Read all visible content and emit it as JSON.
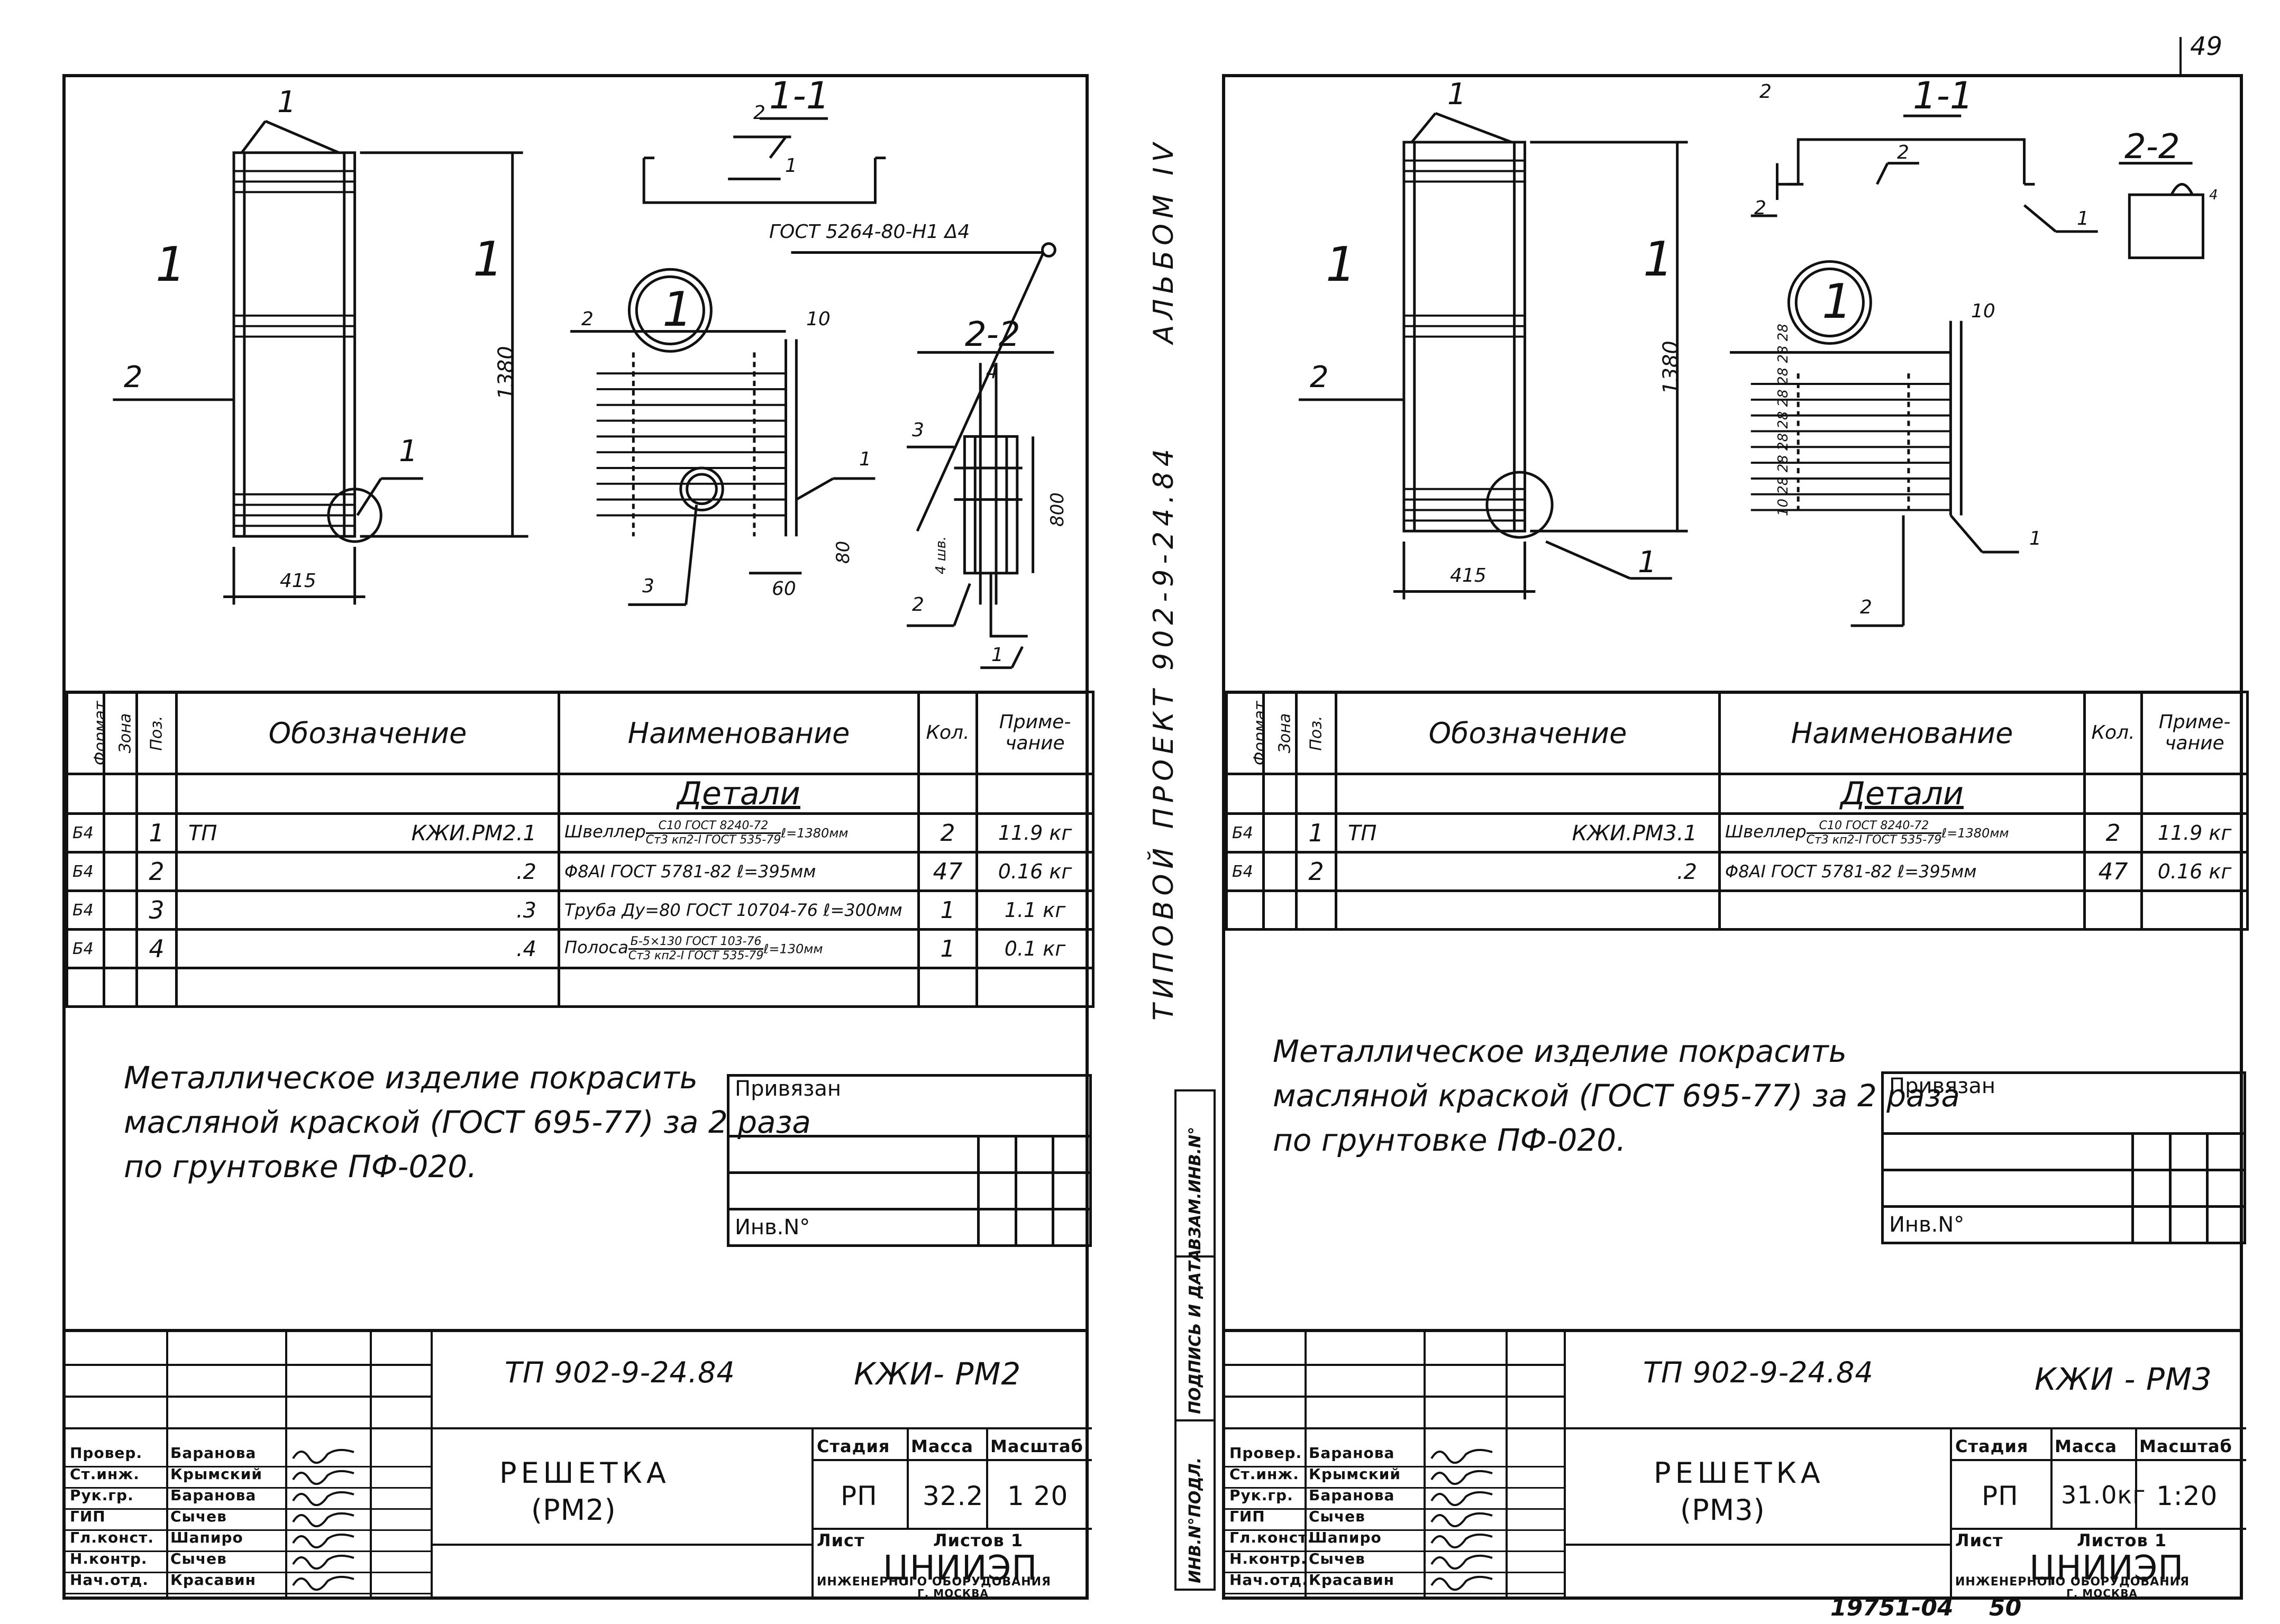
{
  "page_number": "49",
  "album": "АЛЬБОМ IV",
  "project_vertical": "ТИПОВОЙ ПРОЕКТ   902-9-24.84",
  "side_stamp": [
    "ИНВ.N°ПОДЛ.",
    "ПОДПИСЬ И ДАТА",
    "ВЗАМ.ИНВ.N°"
  ],
  "footer": {
    "code": "19751-04",
    "page": "50"
  },
  "sheets": [
    {
      "id": "left",
      "drawing": {
        "section_1_1": "1-1",
        "section_2_2": "2-2",
        "gost_label": "ГОСТ 5264-80-Н1 Δ4",
        "dim_height": "1380",
        "dim_width": "415",
        "dim_800": "800",
        "dim_80": "80",
        "dim_60": "60",
        "dim_10": "10",
        "dim_4": "4",
        "pitch_label": "4 шв.",
        "callout": "1",
        "pos": [
          "1",
          "2",
          "3",
          "4"
        ],
        "section_mark": "1"
      },
      "table": {
        "headers": {
          "format": "Формат",
          "zone": "Зона",
          "pos": "Поз.",
          "designation": "Обозначение",
          "name": "Наименование",
          "qty": "Кол.",
          "note": "Приме-чание"
        },
        "section": "Детали",
        "rows": [
          {
            "format": "Б4",
            "pos": "1",
            "des_left": "ТП",
            "des_right": "КЖИ.РМ2.1",
            "name_pre": "Швеллер",
            "frac_top": "С10 ГОСТ 8240-72",
            "frac_bot": "Ст3 кп2-I ГОСТ 535-79",
            "name_post": "ℓ=1380мм",
            "qty": "2",
            "note": "11.9 кг"
          },
          {
            "format": "Б4",
            "pos": "2",
            "des_left": "",
            "des_right": ".2",
            "name_pre": "Φ8АI ГОСТ 5781-82  ℓ=395мм",
            "frac_top": "",
            "frac_bot": "",
            "name_post": "",
            "qty": "47",
            "note": "0.16 кг"
          },
          {
            "format": "Б4",
            "pos": "3",
            "des_left": "",
            "des_right": ".3",
            "name_pre": "Труба Ду=80 ГОСТ 10704-76 ℓ=300мм",
            "frac_top": "",
            "frac_bot": "",
            "name_post": "",
            "qty": "1",
            "note": "1.1 кг"
          },
          {
            "format": "Б4",
            "pos": "4",
            "des_left": "",
            "des_right": ".4",
            "name_pre": "Полоса",
            "frac_top": "Б-5×130 ГОСТ 103-76",
            "frac_bot": "Ст3 кп2-I ГОСТ 535-79",
            "name_post": "ℓ=130мм",
            "qty": "1",
            "note": "0.1 кг"
          }
        ]
      },
      "note": [
        "Металлическое изделие покрасить",
        "масляной краской (ГОСТ 695-77) за 2 раза",
        "по грунтовке ПФ-020."
      ],
      "attach": {
        "label": "Привязан",
        "inv": "Инв.N°"
      },
      "stamp": {
        "project": "ТП 902-9-24.84",
        "mark": "КЖИ- РМ2",
        "title": "РЕШЕТКА",
        "subtitle": "(РМ2)",
        "stage_h": "Стадия",
        "mass_h": "Масса",
        "scale_h": "Масштаб",
        "stage": "РП",
        "mass": "32.2",
        "scale": "1 20",
        "sheet_h": "Лист",
        "sheets_h": "Листов 1",
        "org": "ЦНИИЭП",
        "org_sub": "ИНЖЕНЕРНОГО ОБОРУДОВАНИЯ",
        "city": "Г. МОСКВА",
        "people": [
          {
            "role": "Провер.",
            "name": "Баранова"
          },
          {
            "role": "Ст.инж.",
            "name": "Крымский"
          },
          {
            "role": "Рук.гр.",
            "name": "Баранова"
          },
          {
            "role": "ГИП",
            "name": "Сычев"
          },
          {
            "role": "Гл.конст.",
            "name": "Шапиро"
          },
          {
            "role": "Н.контр.",
            "name": "Сычев"
          },
          {
            "role": "Нач.отд.",
            "name": "Красавин"
          }
        ]
      }
    },
    {
      "id": "right",
      "drawing": {
        "section_1_1": "1-1",
        "section_2_2": "2-2",
        "dim_height": "1380",
        "dim_width": "415",
        "dim_10": "10",
        "dim_4": "4",
        "callout": "1",
        "pitch": "10 28 28 28 28 28 28 28 28",
        "pos": [
          "1",
          "2"
        ],
        "section_mark": "1"
      },
      "table": {
        "headers": {
          "format": "Формат",
          "zone": "Зона",
          "pos": "Поз.",
          "designation": "Обозначение",
          "name": "Наименование",
          "qty": "Кол.",
          "note": "Приме-чание"
        },
        "section": "Детали",
        "rows": [
          {
            "format": "Б4",
            "pos": "1",
            "des_left": "ТП",
            "des_right": "КЖИ.РМ3.1",
            "name_pre": "Швеллер",
            "frac_top": "С10 ГОСТ 8240-72",
            "frac_bot": "Ст3 кп2-I ГОСТ 535-79",
            "name_post": "ℓ=1380мм",
            "qty": "2",
            "note": "11.9 кг"
          },
          {
            "format": "Б4",
            "pos": "2",
            "des_left": "",
            "des_right": ".2",
            "name_pre": "Φ8АI ГОСТ 5781-82  ℓ=395мм",
            "frac_top": "",
            "frac_bot": "",
            "name_post": "",
            "qty": "47",
            "note": "0.16 кг"
          }
        ]
      },
      "note": [
        "Металлическое изделие покрасить",
        "масляной краской (ГОСТ 695-77) за 2 раза",
        "по грунтовке ПФ-020."
      ],
      "attach": {
        "label": "Привязан",
        "inv": "Инв.N°"
      },
      "stamp": {
        "project": "ТП 902-9-24.84",
        "mark": "КЖИ - РМ3",
        "title": "РЕШЕТКА",
        "subtitle": "(РМ3)",
        "stage_h": "Стадия",
        "mass_h": "Масса",
        "scale_h": "Масштаб",
        "stage": "РП",
        "mass": "31.0кг",
        "scale": "1:20",
        "sheet_h": "Лист",
        "sheets_h": "Листов 1",
        "org": "ЦНИИЭП",
        "org_sub": "ИНЖЕНЕРНОГО ОБОРУДОВАНИЯ",
        "city": "Г. МОСКВА",
        "people": [
          {
            "role": "Провер.",
            "name": "Баранова"
          },
          {
            "role": "Ст.инж.",
            "name": "Крымский"
          },
          {
            "role": "Рук.гр.",
            "name": "Баранова"
          },
          {
            "role": "ГИП",
            "name": "Сычев"
          },
          {
            "role": "Гл.конст.",
            "name": "Шапиро"
          },
          {
            "role": "Н.контр.",
            "name": "Сычев"
          },
          {
            "role": "Нач.отд.",
            "name": "Красавин"
          }
        ]
      }
    }
  ]
}
